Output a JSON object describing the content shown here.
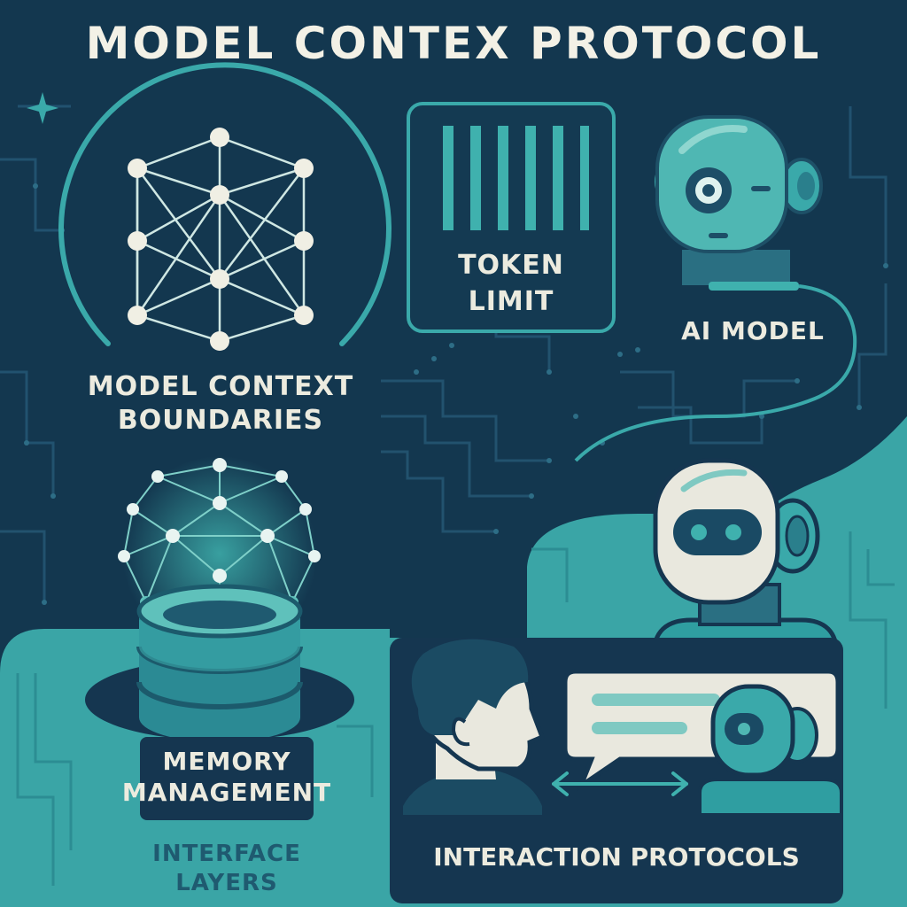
{
  "title": "MODEL CONTEX PROTOCOL",
  "labels": {
    "boundaries_line1": "MODEL CONTEXT",
    "boundaries_line2": "BOUNDARIES",
    "token_line1": "TOKEN",
    "token_line2": "LIMIT",
    "ai_model": "AI MODEL",
    "memory_line1": "MEMORY",
    "memory_line2": "MANAGEMENT",
    "interface_line1": "INTERFACE",
    "interface_line2": "LAYERS",
    "interaction": "INTERACTION PROTOCOLS"
  },
  "icons": [
    "sparkle-icon",
    "network-icon",
    "token-bars-icon",
    "robot-icon",
    "database-icon",
    "person-icon",
    "chat-bubble-icon",
    "bidirectional-arrow-icon"
  ],
  "colors": {
    "navy": "#13374f",
    "teal": "#3aa9aa",
    "light_teal": "#5fbfbd",
    "cream": "#ecebdf",
    "dark_panel": "#153650"
  }
}
